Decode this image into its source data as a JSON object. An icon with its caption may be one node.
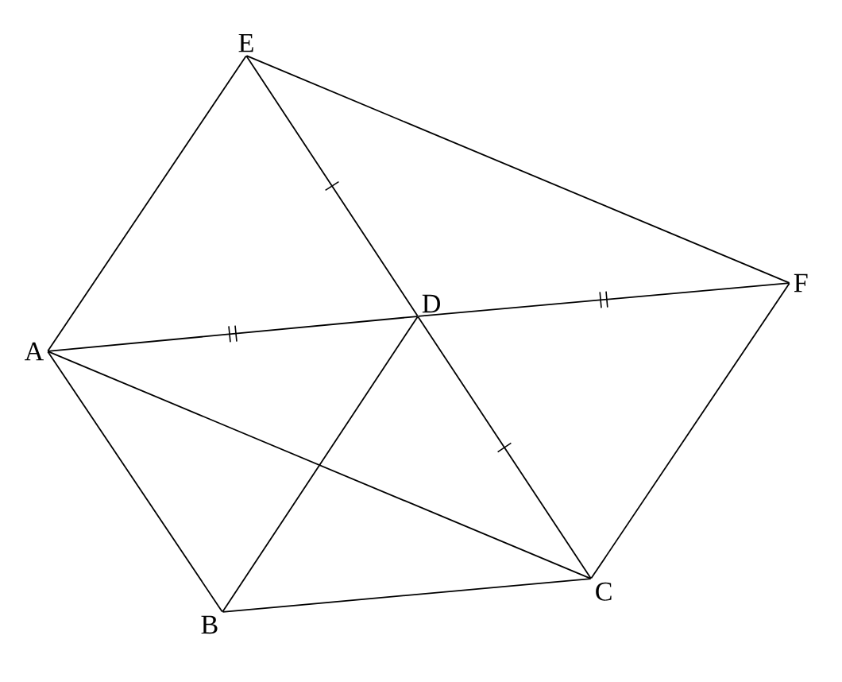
{
  "diagram": {
    "nodes": [
      {
        "text": [
          "A"
        ]
      },
      {
        "text": [
          "B"
        ]
      },
      {
        "text": [
          "C"
        ]
      },
      {
        "text": [
          "D"
        ]
      },
      {
        "text": [
          "E"
        ]
      },
      {
        "text": [
          "F"
        ]
      }
    ],
    "edges": [
      {
        "from": 4,
        "to": 0,
        "arrow": "none"
      },
      {
        "from": 4,
        "to": 5,
        "arrow": "none"
      },
      {
        "from": 4,
        "to": 3,
        "arrow": "none"
      },
      {
        "from": 3,
        "to": 2,
        "arrow": "none"
      },
      {
        "from": 0,
        "to": 3,
        "arrow": "none"
      },
      {
        "from": 3,
        "to": 5,
        "arrow": "none"
      },
      {
        "from": 0,
        "to": 1,
        "arrow": "none"
      },
      {
        "from": 0,
        "to": 2,
        "arrow": "none"
      },
      {
        "from": 1,
        "to": 2,
        "arrow": "none"
      },
      {
        "from": 1,
        "to": 3,
        "arrow": "none"
      },
      {
        "from": 2,
        "to": 5,
        "arrow": "none"
      }
    ]
  }
}
